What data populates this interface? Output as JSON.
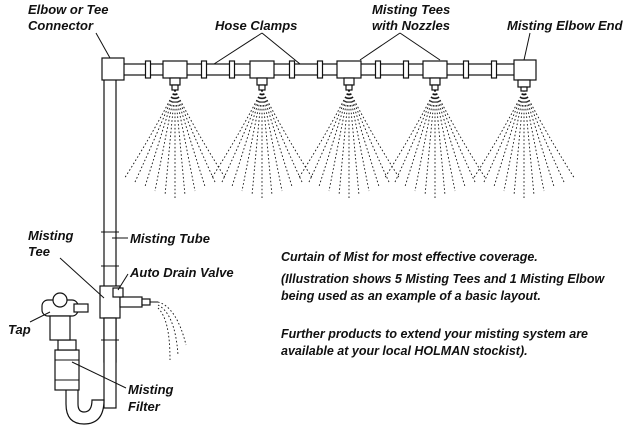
{
  "labels": {
    "elbow_or_tee_connector": [
      "Elbow or Tee",
      "Connector"
    ],
    "hose_clamps": "Hose Clamps",
    "misting_tees_with_nozzles": [
      "Misting Tees",
      "with Nozzles"
    ],
    "misting_elbow_end": "Misting Elbow End",
    "misting_tee": [
      "Misting",
      "Tee"
    ],
    "misting_tube": "Misting Tube",
    "auto_drain_valve": "Auto Drain Valve",
    "tap": "Tap",
    "misting_filter": [
      "Misting",
      "Filter"
    ]
  },
  "notes": {
    "line1": "Curtain of Mist for most effective coverage.",
    "line2": "(Illustration shows 5 Misting Tees and 1 Misting Elbow being used as an example of a basic layout.",
    "line3": "Further products to extend your misting system are available at your local HOLMAN stockist)."
  },
  "nozzle_count": 5
}
